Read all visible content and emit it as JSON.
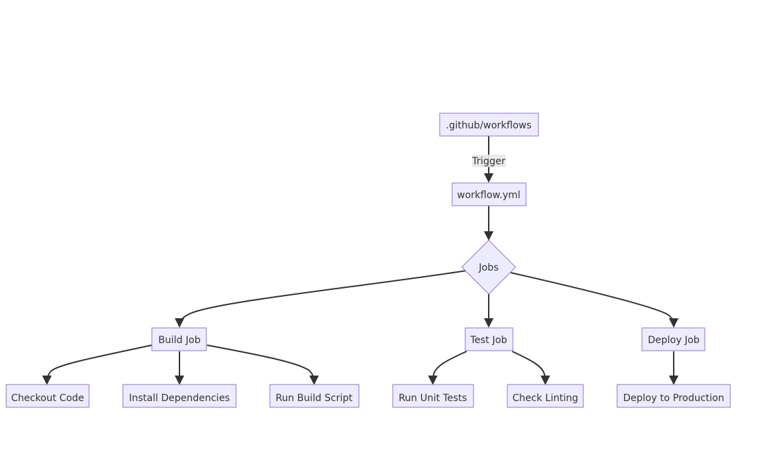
{
  "diagram": {
    "nodes": {
      "workflows": ".github/workflows",
      "yml": "workflow.yml",
      "jobs": "Jobs",
      "build": "Build Job",
      "test": "Test Job",
      "deploy": "Deploy Job",
      "checkout": "Checkout Code",
      "install": "Install Dependencies",
      "buildscript": "Run Build Script",
      "unittests": "Run Unit Tests",
      "linting": "Check Linting",
      "production": "Deploy to Production"
    },
    "edges": {
      "trigger": "Trigger"
    },
    "colors": {
      "node_fill": "#ECECFF",
      "node_stroke": "#9370DB",
      "edge_stroke": "#333333",
      "text": "#333333"
    }
  }
}
